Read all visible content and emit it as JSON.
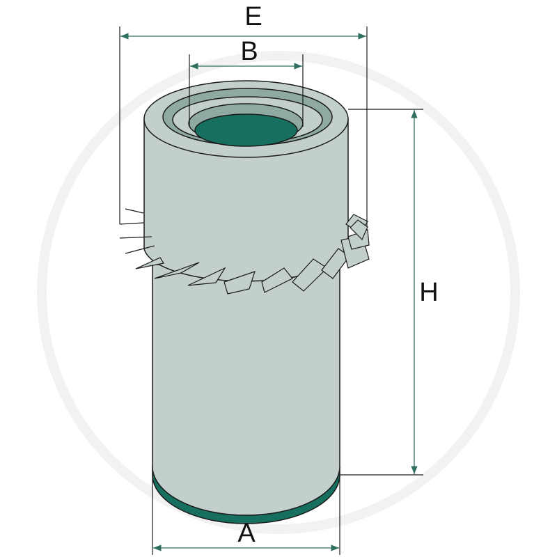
{
  "diagram": {
    "dimension_labels": {
      "outer_width": "E",
      "inner_diameter": "B",
      "height": "H",
      "base_diameter": "A"
    },
    "colors": {
      "body": "#c3cfcc",
      "seal_green": "#17705f",
      "ring_mid": "#8fa9a3",
      "dimension_line": "#2f6f60",
      "outline": "#1a1a1a"
    }
  }
}
